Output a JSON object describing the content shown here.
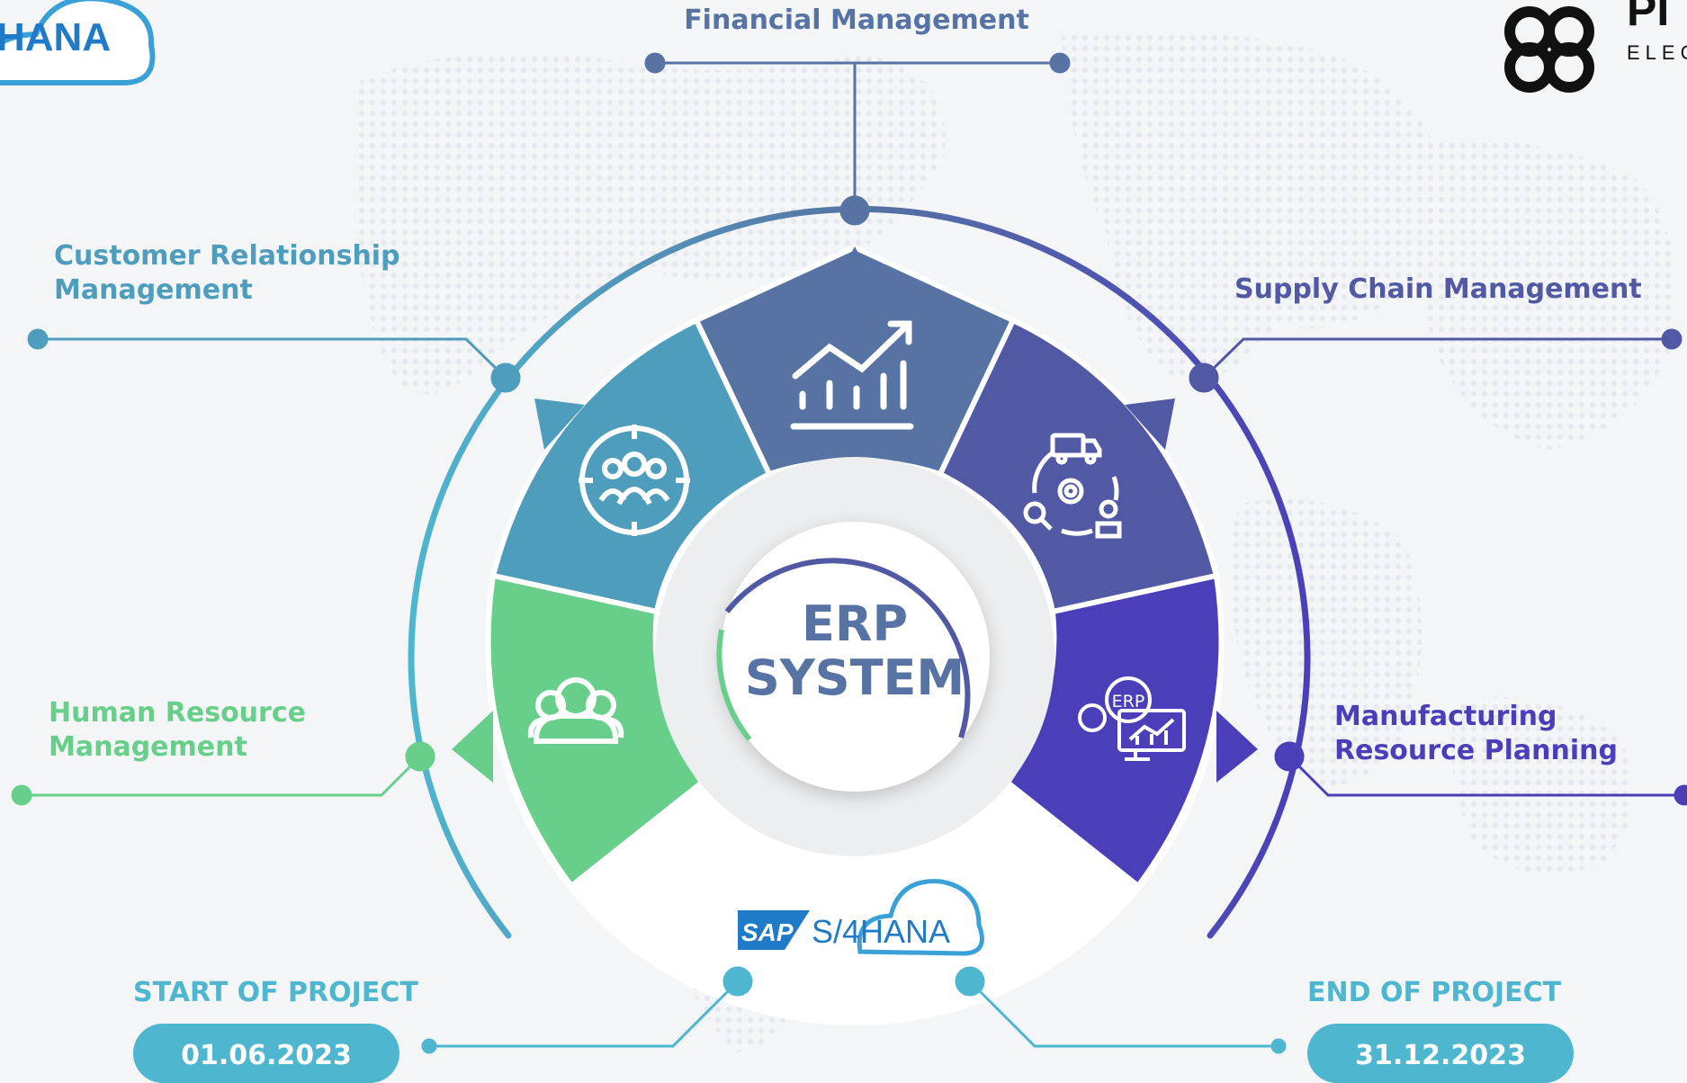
{
  "brand": {
    "logo_left_text": "HANA",
    "logo_right_text": "PI",
    "logo_right_sub": "ELEC",
    "center_logo_sap": "SAP",
    "center_logo_product": "S/4HANA"
  },
  "center": {
    "line1": "ERP",
    "line2": "SYSTEM"
  },
  "modules": {
    "financial": {
      "label": "Financial Management",
      "icon": "bar-chart-trend-icon",
      "color": "#5673a3"
    },
    "crm": {
      "label_line1": "Customer Relationship",
      "label_line2": "Management",
      "icon": "target-group-icon",
      "color": "#4f9dbd"
    },
    "scm": {
      "label": "Supply Chain Management",
      "icon": "supply-chain-cycle-icon",
      "color": "#5158a4"
    },
    "hrm": {
      "label_line1": "Human Resource",
      "label_line2": "Management",
      "icon": "people-group-icon",
      "color": "#67cf8a"
    },
    "mrp": {
      "label_line1": "Manufacturing",
      "label_line2": "Resource Planning",
      "icon": "erp-gear-screen-icon",
      "icon_text": "ERP",
      "color": "#4a3fb8"
    }
  },
  "timeline": {
    "start_label": "START OF PROJECT",
    "start_date": "01.06.2023",
    "end_label": "END OF PROJECT",
    "end_date": "31.12.2023",
    "pill_color": "#4fb6cf"
  }
}
